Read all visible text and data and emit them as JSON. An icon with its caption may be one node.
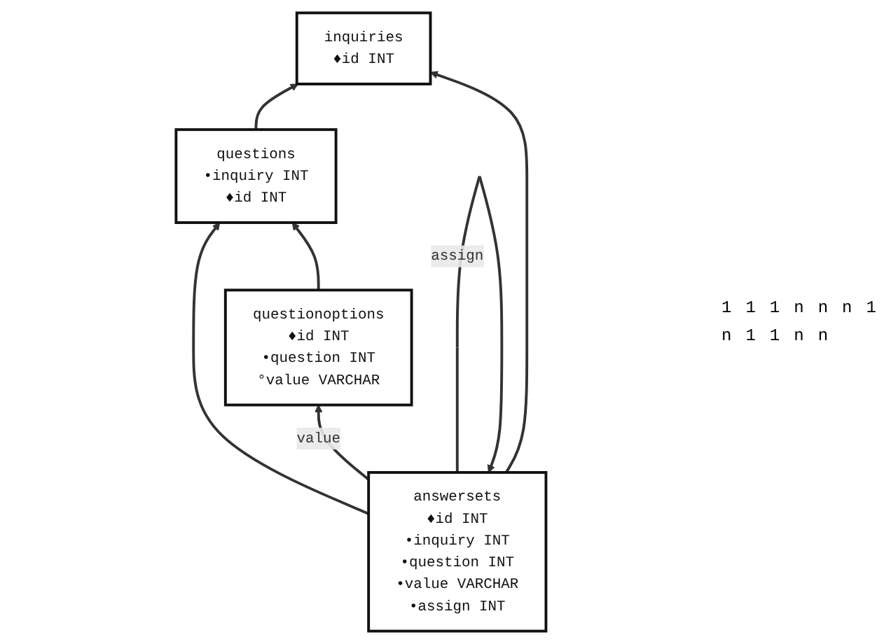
{
  "diagram": {
    "nodes": [
      {
        "text": [
          "inquiries",
          "♦id INT"
        ]
      },
      {
        "text": [
          "questions",
          "•inquiry INT",
          "♦id INT"
        ]
      },
      {
        "text": [
          "answersets",
          "♦id INT",
          "•inquiry INT",
          "•question INT",
          "•value VARCHAR",
          "•assign INT"
        ]
      },
      {
        "text": [
          "questionoptions",
          "♦id INT",
          "•question INT",
          "°value VARCHAR"
        ]
      }
    ],
    "edges": [
      {
        "from": 1,
        "to": 0,
        "arrow": "to"
      },
      {
        "from": 2,
        "to": 0,
        "arrow": "to"
      },
      {
        "from": 2,
        "to": 2,
        "arrow": "to",
        "label": "assign"
      },
      {
        "from": 2,
        "to": 1,
        "arrow": "to"
      },
      {
        "from": 3,
        "to": 1,
        "arrow": "to"
      },
      {
        "from": 2,
        "to": 3,
        "arrow": "to",
        "label": "value"
      }
    ],
    "labels": [
      "1",
      "1",
      "1",
      "n",
      "n",
      "n",
      "1",
      "n",
      "1",
      "1",
      "n",
      "n"
    ]
  }
}
